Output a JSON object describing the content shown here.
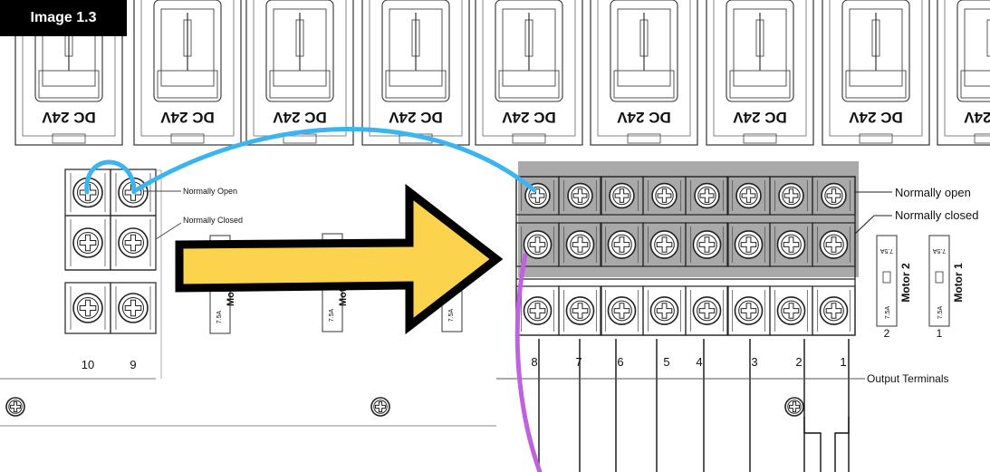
{
  "badge": "Image 1.3",
  "relay_label": "DC 24V",
  "left_block": {
    "normally_open": "Normally Open",
    "normally_closed": "Normally Closed",
    "terminals": [
      "10",
      "9"
    ],
    "fuse_label": "7.5A",
    "motor_label": "Moto"
  },
  "right_block": {
    "normally_open": "Normally open",
    "normally_closed": "Normally closed",
    "output_terminals": "Output Terminals",
    "terminals": [
      "8",
      "7",
      "6",
      "5",
      "4",
      "3",
      "2",
      "1"
    ],
    "fuses": [
      {
        "rating": "7.5A",
        "motor": "Motor 2",
        "number": "2"
      },
      {
        "rating": "7.5A",
        "motor": "Motor 1",
        "number": "1"
      }
    ]
  },
  "colors": {
    "arrow_fill": "#FCD34D",
    "jumper_blue": "#3BB5F0",
    "jumper_purple": "#C062E0",
    "highlight": "#A9A9A9"
  }
}
